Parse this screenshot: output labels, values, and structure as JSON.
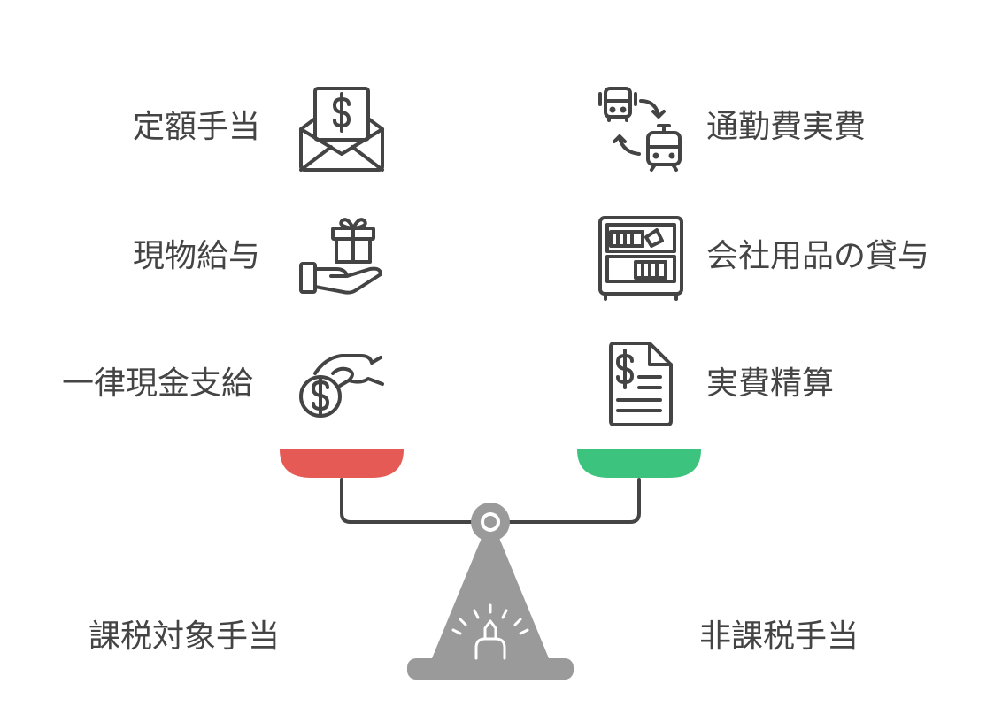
{
  "left_items": [
    {
      "label": "定額手当",
      "icon": "salary-envelope-icon"
    },
    {
      "label": "現物給与",
      "icon": "gift-in-hand-icon"
    },
    {
      "label": "一律現金支給",
      "icon": "cash-payment-icon"
    }
  ],
  "right_items": [
    {
      "label": "通勤費実費",
      "icon": "commute-transit-icon"
    },
    {
      "label": "会社用品の貸与",
      "icon": "company-shelf-icon"
    },
    {
      "label": "実費精算",
      "icon": "expense-invoice-icon"
    }
  ],
  "scale": {
    "left_caption": "課税対象手当",
    "right_caption": "非課税手当",
    "left_pan_color": "#e55a54",
    "right_pan_color": "#3cc47f",
    "stand_color": "#9a9a9a",
    "line_color": "#444444"
  }
}
